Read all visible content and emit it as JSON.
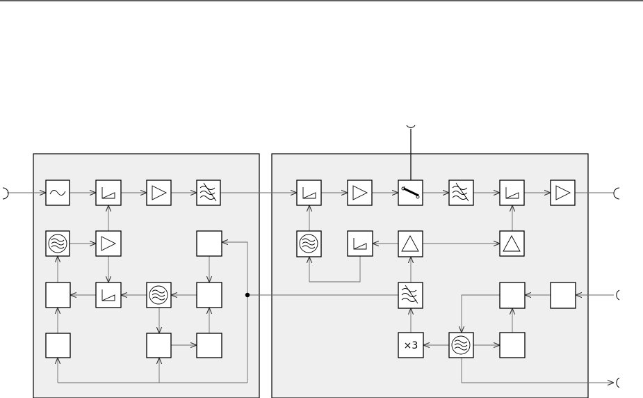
{
  "diagram": {
    "colors": {
      "panel_fill": "#efefef",
      "wire": "#6a6a6a",
      "block_stroke": "#000000"
    },
    "multiplier_label": "×3",
    "left_module": {
      "blocks": [
        "bandpass-filter",
        "attenuator",
        "amplifier",
        "lowpass-filter",
        "oscillator",
        "amplifier",
        "box",
        "box",
        "attenuator",
        "oscillator",
        "box",
        "box",
        "box",
        "box"
      ]
    },
    "right_module": {
      "blocks": [
        "attenuator",
        "amplifier",
        "switch",
        "lowpass-filter",
        "attenuator",
        "amplifier",
        "oscillator",
        "attenuator",
        "detector",
        "detector",
        "lowpass-filter",
        "box",
        "box",
        "frequency-multiplier",
        "oscillator",
        "box"
      ]
    },
    "ports": [
      "input-port-left",
      "antenna-port-top",
      "output-port-right",
      "reference-port-right",
      "auxiliary-output-port"
    ]
  }
}
